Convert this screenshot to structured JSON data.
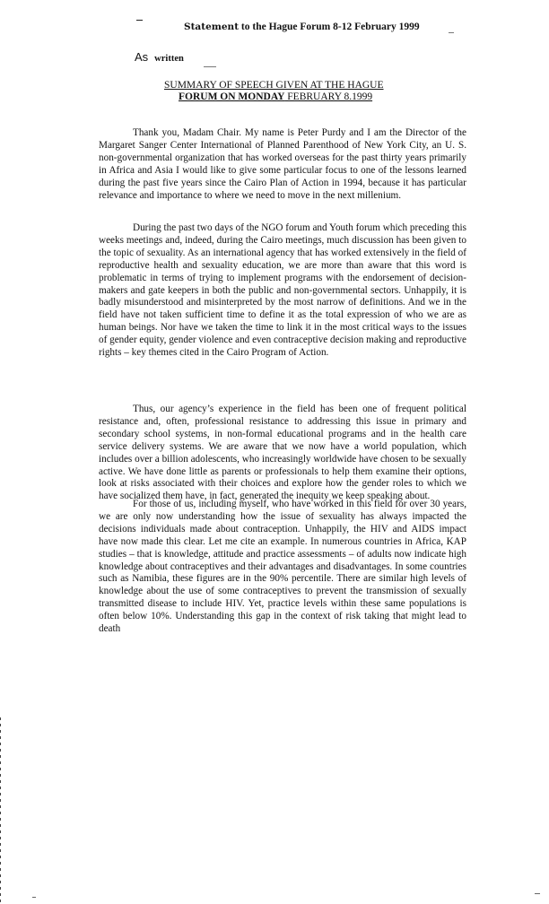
{
  "header": {
    "statement_first_word": "Statement",
    "statement_rest": "to the Hague Forum 8-12 February 1999",
    "as_label": "As",
    "written_label": "written"
  },
  "title": {
    "line1": "SUMMARY OF SPEECH GIVEN  AT THE HAGUE",
    "line2_bold": "FORUM ON MONDAY",
    "line2_rest": " FEBRUARY  8.1999"
  },
  "paragraphs": [
    "Thank you, Madam Chair.   My name is Peter  Purdy and I am the Director of the Margaret Sanger Center International of Planned Parenthood of New York City, an U. S. non-governmental organization that has worked overseas for the past thirty years primarily in Africa and Asia   I would like to give some particular focus to one of the lessons learned during the past five years since the Cairo Plan of Action in 1994, because it has particular relevance and importance to where we need to move in the next millenium.",
    "During the past two days of the NGO forum and Youth forum which preceding this weeks meetings and, indeed, during the Cairo meetings, much discussion has been given to the topic of sexuality.   As an international agency that has worked extensively in the field of reproductive health and sexuality education, we are more than aware that this word is problematic in terms of trying to implement programs with the endorsement of decision-makers and gate keepers in both the public and non-governmental sectors.    Unhappily, it is badly misunderstood and misinterpreted by the most narrow of definitions.    And we in the field have not taken sufficient time to define it as the total expression of who we are as human beings.   Nor have we taken the time to link it in the most critical ways to the issues of gender equity, gender violence and even contraceptive decision making and reproductive rights – key themes cited in the Cairo Program of  Action.",
    "Thus, our agency’s experience in the field has been one of  frequent political resistance and, often, professional resistance to addressing this issue in primary and secondary school systems, in non-formal educational programs and in the health care service delivery systems.   We are aware that we now have a world population, which includes over a billion adolescents, who increasingly worldwide have chosen to be sexually active.   We have done little as parents or professionals to help them examine their options, look at risks associated with their choices and explore how the gender roles to which we have socialized them have, in fact,  generated the inequity we keep speaking about.",
    "For those of us, including myself, who have worked in this field for over 30 years, we are only now understanding how the issue of sexuality has always impacted the decisions individuals made about contraception. Unhappily, the HIV and AIDS impact have now made this clear.   Let me cite an example. In numerous countries in Africa, KAP studies – that is knowledge, attitude and practice assessments – of adults now indicate high knowledge about contraceptives and their advantages and disadvantages. In some countries such as Namibia, these figures are in the 90% percentile.   There are similar high levels of knowledge about the use of some contraceptives to prevent the transmission of sexually  transmitted disease to include HIV.   Yet, practice levels within these same populations  is often below 10%.   Understanding this gap in the context of risk taking that might lead to death"
  ]
}
